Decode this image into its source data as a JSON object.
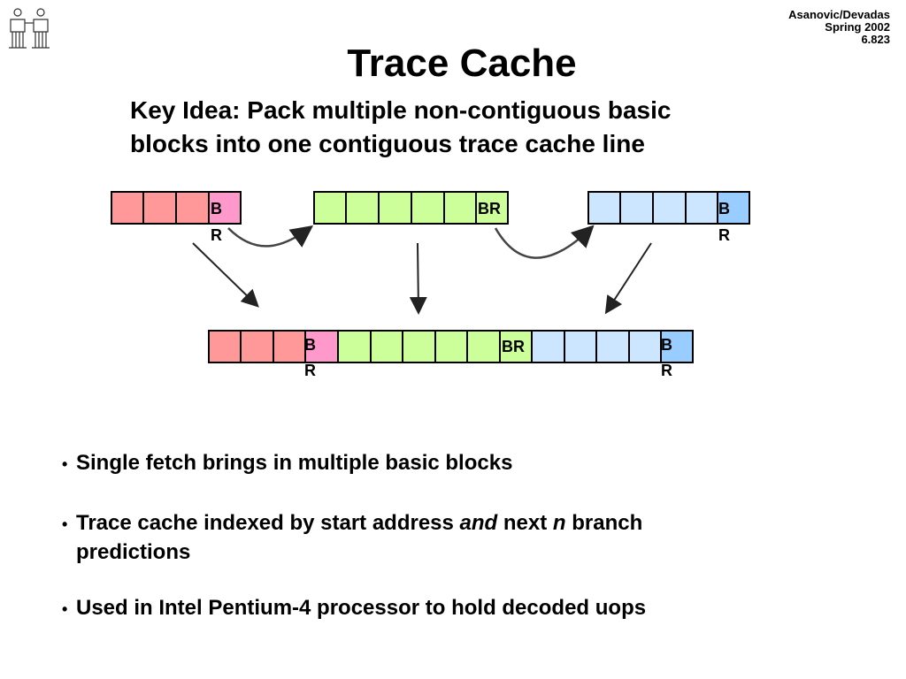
{
  "header": {
    "authors": "Asanovic/Devadas",
    "term": "Spring 2002",
    "course": "6.823"
  },
  "title": "Trace Cache",
  "subtitle": {
    "line1": "Key Idea: Pack multiple non-contiguous basic",
    "line2": "blocks into one contiguous trace cache line"
  },
  "diagram": {
    "colors": {
      "red_block": "#ff9999",
      "red_branch": "#ff99cc",
      "green_block": "#ccff99",
      "green_branch": "#ccff99",
      "blue_block": "#cce6ff",
      "blue_branch": "#99ccff"
    },
    "branch_label_top_1": "B",
    "branch_label_top_1b": "R",
    "branch_label_top_2": "BR",
    "branch_label_top_3": "B",
    "branch_label_top_3b": "R",
    "branch_label_bottom_1": "B",
    "branch_label_bottom_1b": "R",
    "branch_label_bottom_2": "BR",
    "branch_label_bottom_3": "B",
    "branch_label_bottom_3b": "R"
  },
  "bullets": {
    "b1": "Single fetch brings in multiple basic blocks",
    "b2_pre": "Trace cache indexed by start address ",
    "b2_and": "and",
    "b2_mid": " next ",
    "b2_n": "n",
    "b2_post": " branch",
    "b2_line2": "predictions",
    "b3": "Used in Intel Pentium-4 processor to hold decoded uops"
  }
}
